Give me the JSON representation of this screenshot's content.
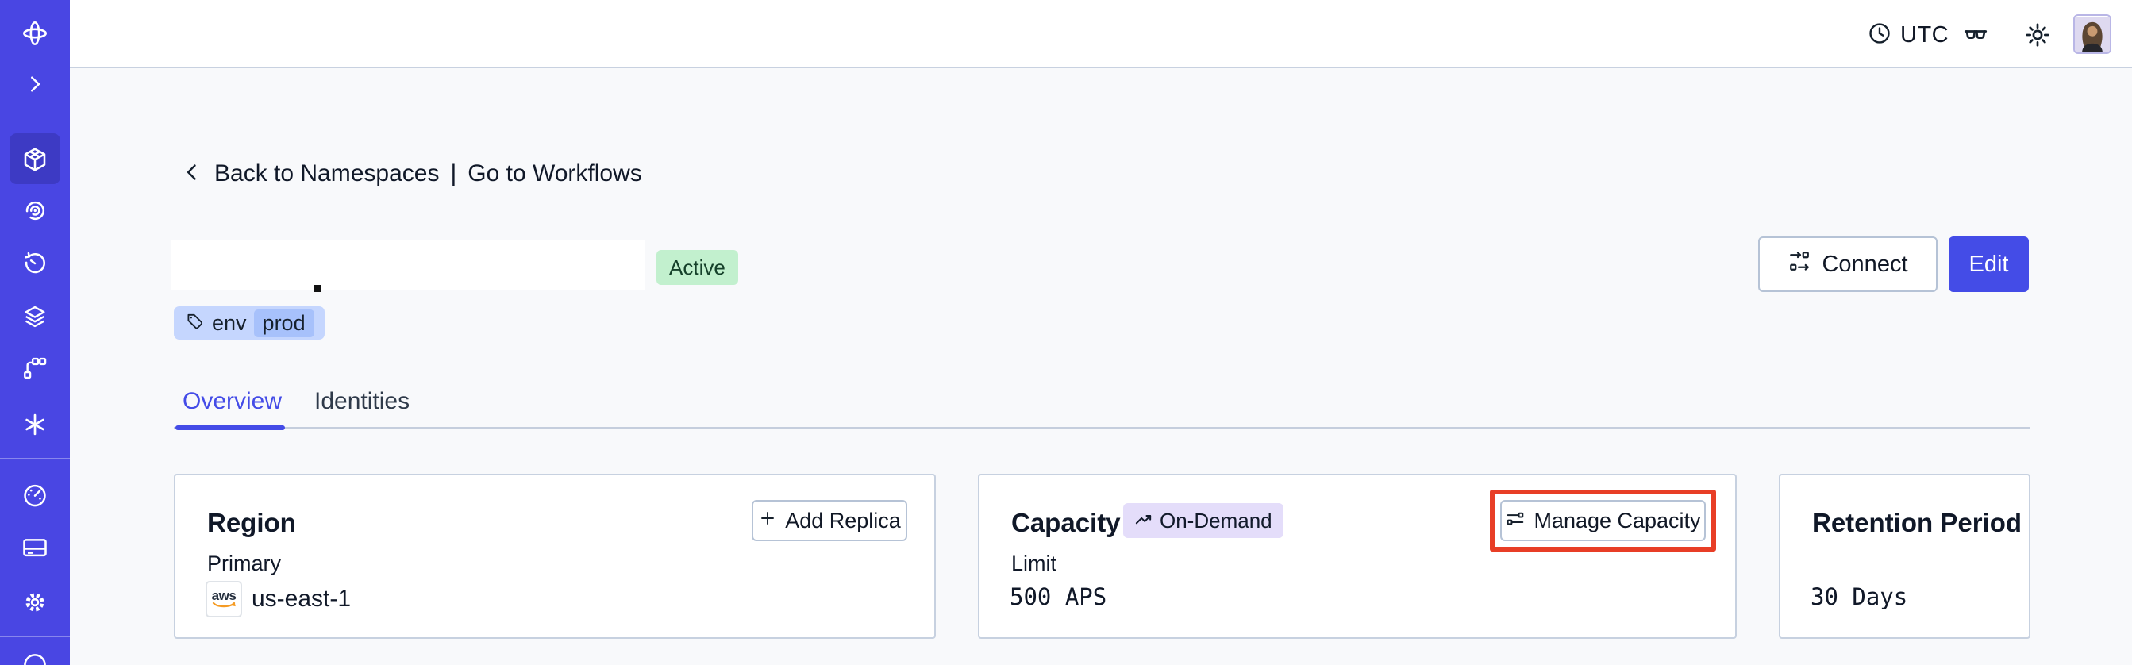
{
  "topbar": {
    "timezone_label": "UTC"
  },
  "breadcrumb": {
    "back_label": "Back to Namespaces",
    "separator": "|",
    "workflows_label": "Go to Workflows"
  },
  "namespace_header": {
    "status_badge": "Active",
    "tag": {
      "key": "env",
      "value": "prod"
    },
    "connect_label": "Connect",
    "edit_label": "Edit"
  },
  "tabs": {
    "overview": "Overview",
    "identities": "Identities"
  },
  "cards": {
    "region": {
      "title": "Region",
      "add_replica_label": "Add Replica",
      "primary_label": "Primary",
      "provider": "aws",
      "region_value": "us-east-1"
    },
    "capacity": {
      "title": "Capacity",
      "billing_badge": "On-Demand",
      "manage_label": "Manage Capacity",
      "limit_label": "Limit",
      "limit_value": "500 APS"
    },
    "retention": {
      "title": "Retention Period",
      "value": "30 Days"
    }
  },
  "sidebar_icons": [
    "temporal-logo",
    "chevron-right",
    "cube-namespaces",
    "spiral",
    "clock-retry",
    "layers",
    "pipeline",
    "asterisk",
    "gauge",
    "credit-card",
    "gear",
    "help-circle"
  ],
  "colors": {
    "sidebar": "#4946E3",
    "sidebar_active_tile": "#3D3AC4",
    "accent_indigo": "#444CE7",
    "active_badge_bg": "#C2F0CE",
    "tag_bg": "#C5D6FE",
    "tag_chip_bg": "#A7C1FB",
    "ondemand_bg": "#E4DDFA",
    "highlight_red": "#E83E26",
    "page_bg": "#F8F9FB",
    "card_border": "#C7D1E0",
    "aws_smile": "#F59B23"
  }
}
